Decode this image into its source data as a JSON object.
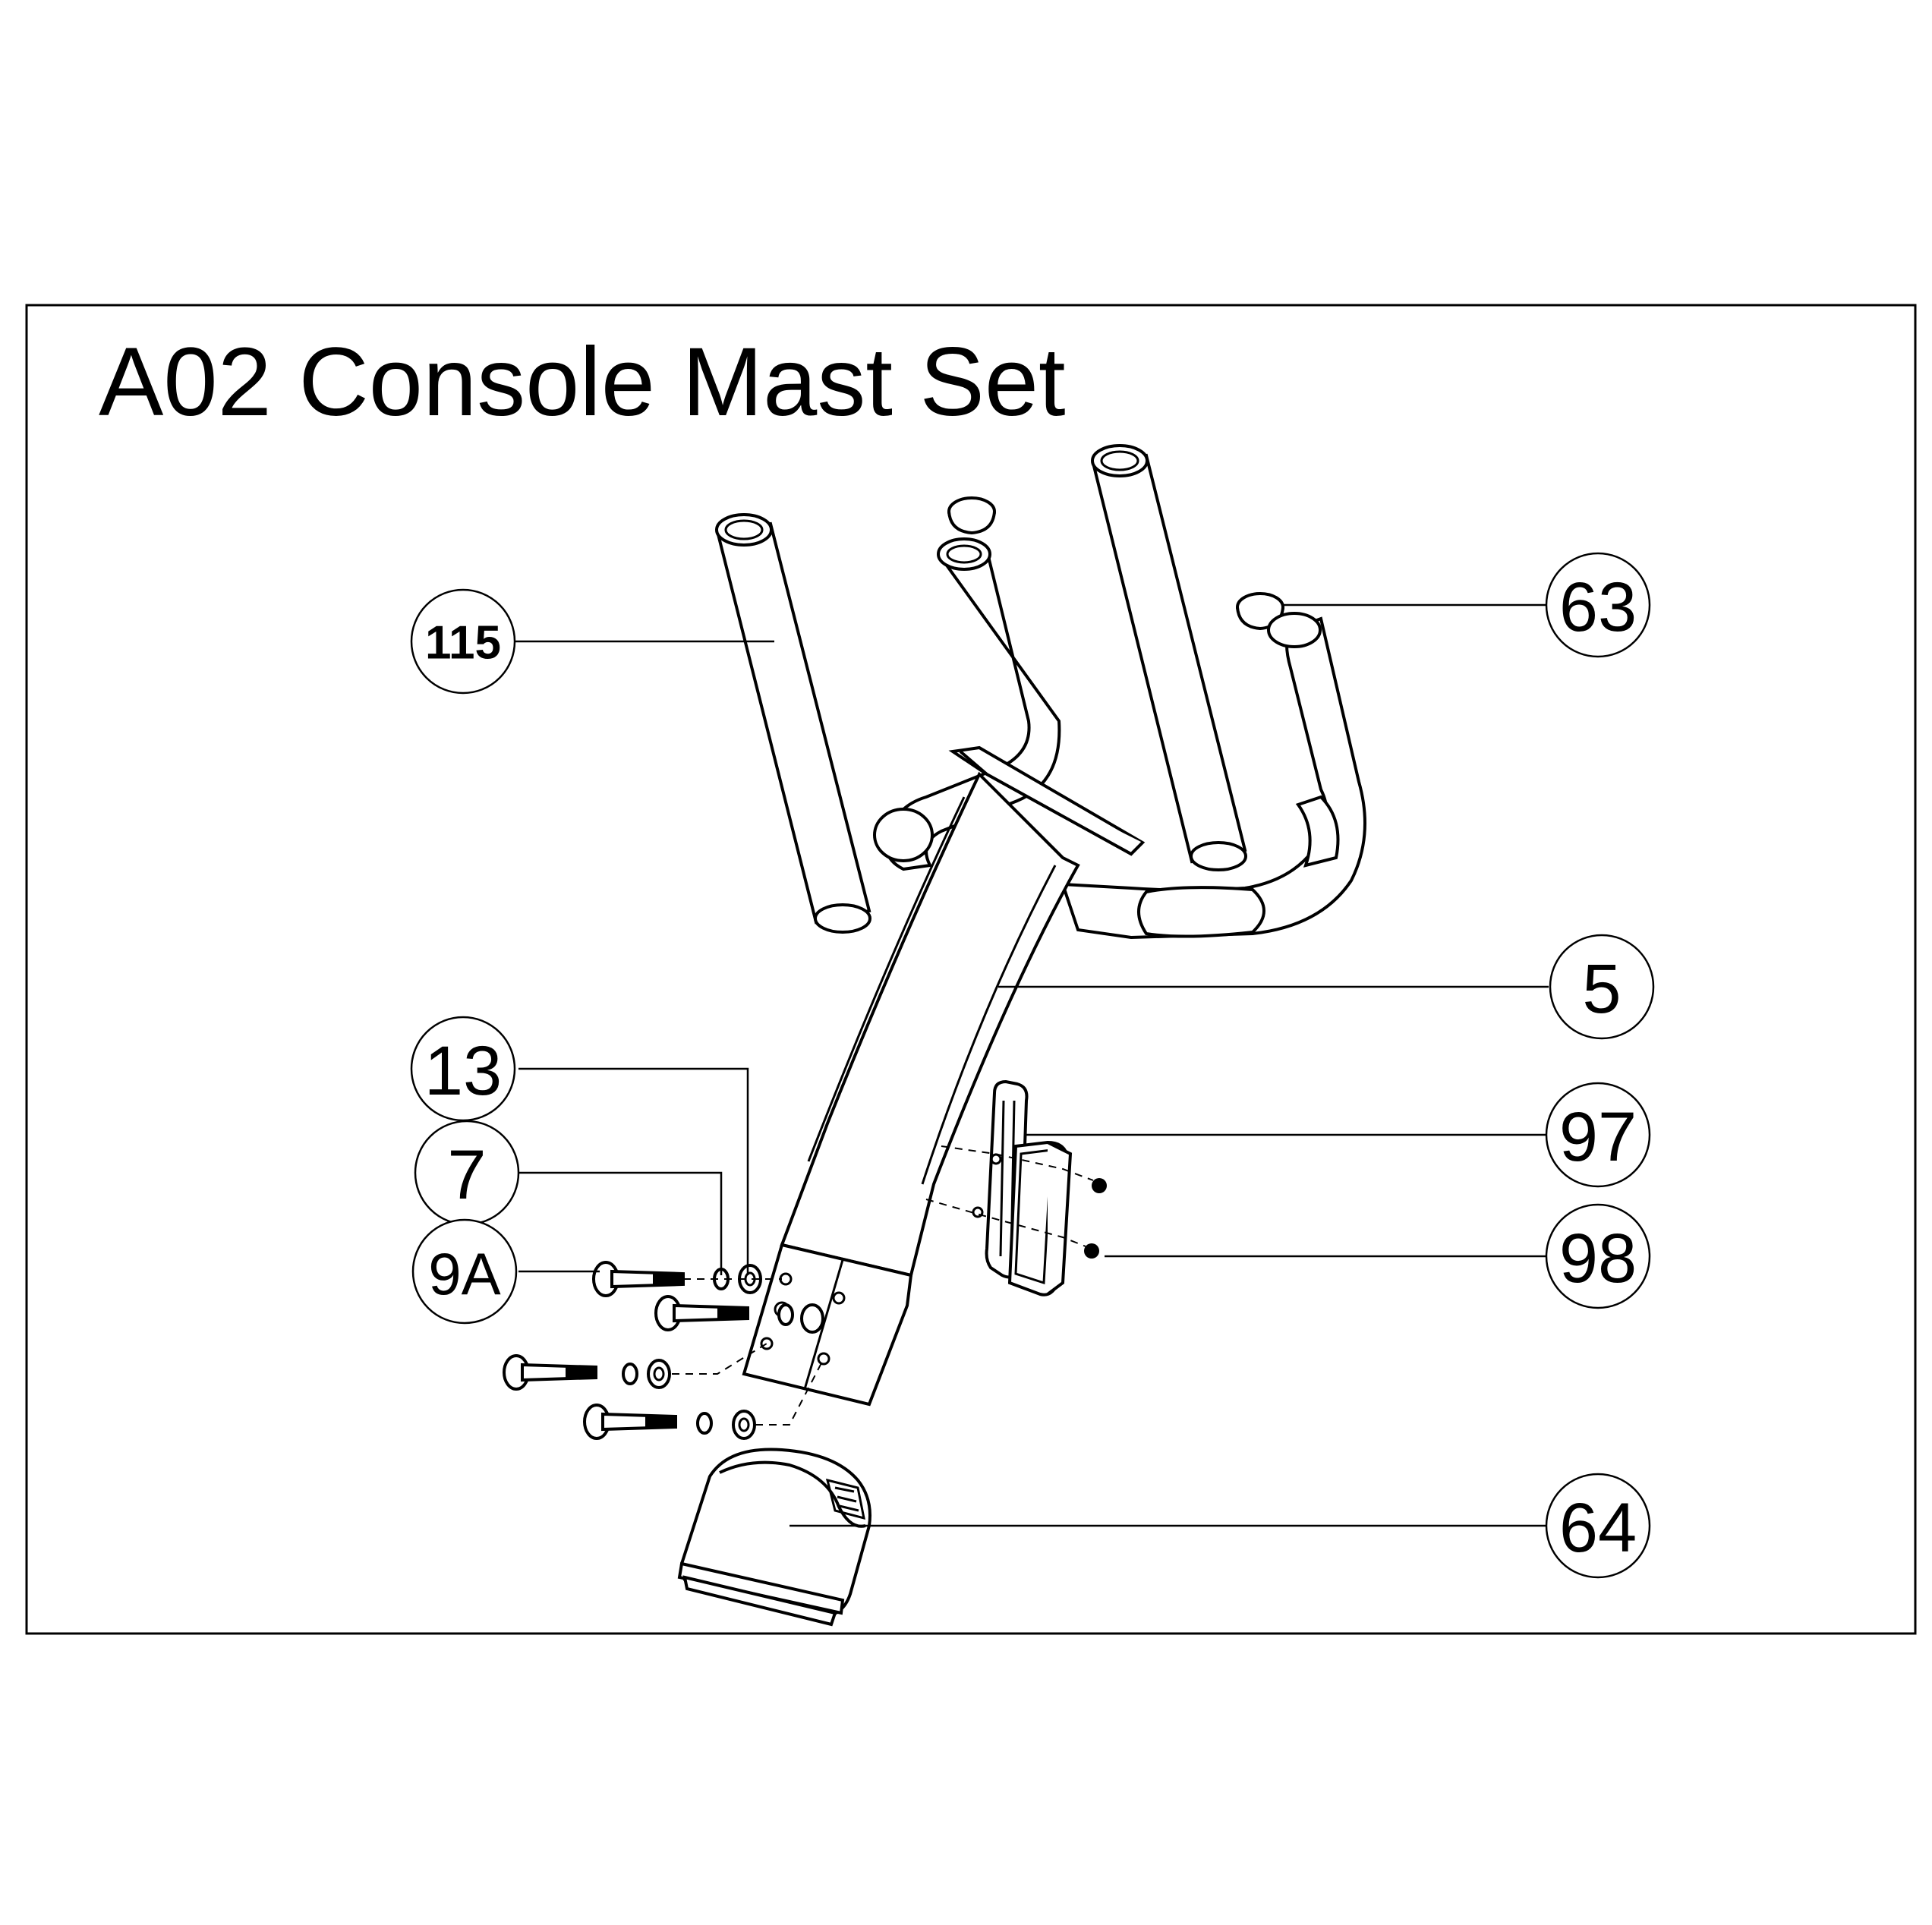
{
  "title": "A02 Console Mast Set",
  "callouts": {
    "c115": "115",
    "c63": "63",
    "c5": "5",
    "c13": "13",
    "c7": "7",
    "c9a": "9A",
    "c97": "97",
    "c98": "98",
    "c64": "64"
  }
}
